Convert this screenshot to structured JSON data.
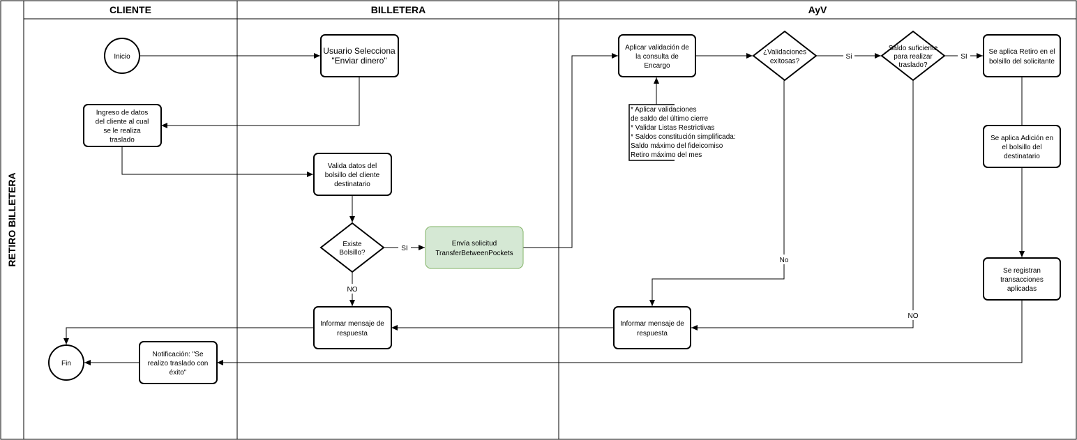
{
  "pool": {
    "title": "RETIRO BILLETERA"
  },
  "lanes": {
    "cliente": "CLIENTE",
    "billetera": "BILLETERA",
    "ayv": "AyV"
  },
  "nodes": {
    "inicio": [
      "Inicio"
    ],
    "usuario_selecciona": [
      "Usuario Selecciona",
      "\"Enviar dinero\""
    ],
    "ingreso_datos": [
      "Ingreso de datos",
      "del cliente al cual",
      "se le realiza",
      "traslado"
    ],
    "valida_datos": [
      "Valida datos del",
      "bolsillo del cliente",
      "destinatario"
    ],
    "existe_bolsillo": [
      "Existe",
      "Bolsillo?"
    ],
    "envia_solicitud": [
      "Envía solicitud",
      "TransferBetweenPockets"
    ],
    "informar_billetera": [
      "Informar mensaje de",
      "respuesta"
    ],
    "fin": [
      "Fin"
    ],
    "notificacion": [
      "Notificación: \"Se",
      "realizo traslado con",
      "éxito\""
    ],
    "aplicar_validacion": [
      "Aplicar validación de",
      "la consulta de",
      "Encargo"
    ],
    "validaciones_exitosas": [
      "¿Validaciones",
      "exitosas?"
    ],
    "saldo_suficiente": [
      "Saldo suficiente",
      "para realizar",
      "traslado?"
    ],
    "aplica_retiro": [
      "Se aplica Retiro en el",
      "bolsillo del solicitante"
    ],
    "aplica_adicion": [
      "Se aplica Adición en",
      "el bolsillo del",
      "destinatario"
    ],
    "registran_transacciones": [
      "Se registran",
      "transacciones",
      "aplicadas"
    ],
    "informar_ayv": [
      "Informar mensaje de",
      "respuesta"
    ]
  },
  "annotation": [
    "* Aplicar validaciones",
    "de saldo del último cierre",
    "* Validar Listas Restrictivas",
    "* Saldos constitución simplificada:",
    "Saldo máximo del fideicomiso",
    "Retiro máximo del mes"
  ],
  "edge_labels": {
    "si_existe": "SI",
    "no_existe": "NO",
    "si_validaciones": "Si",
    "no_validaciones": "No",
    "si_saldo": "SI",
    "no_saldo": "NO"
  }
}
